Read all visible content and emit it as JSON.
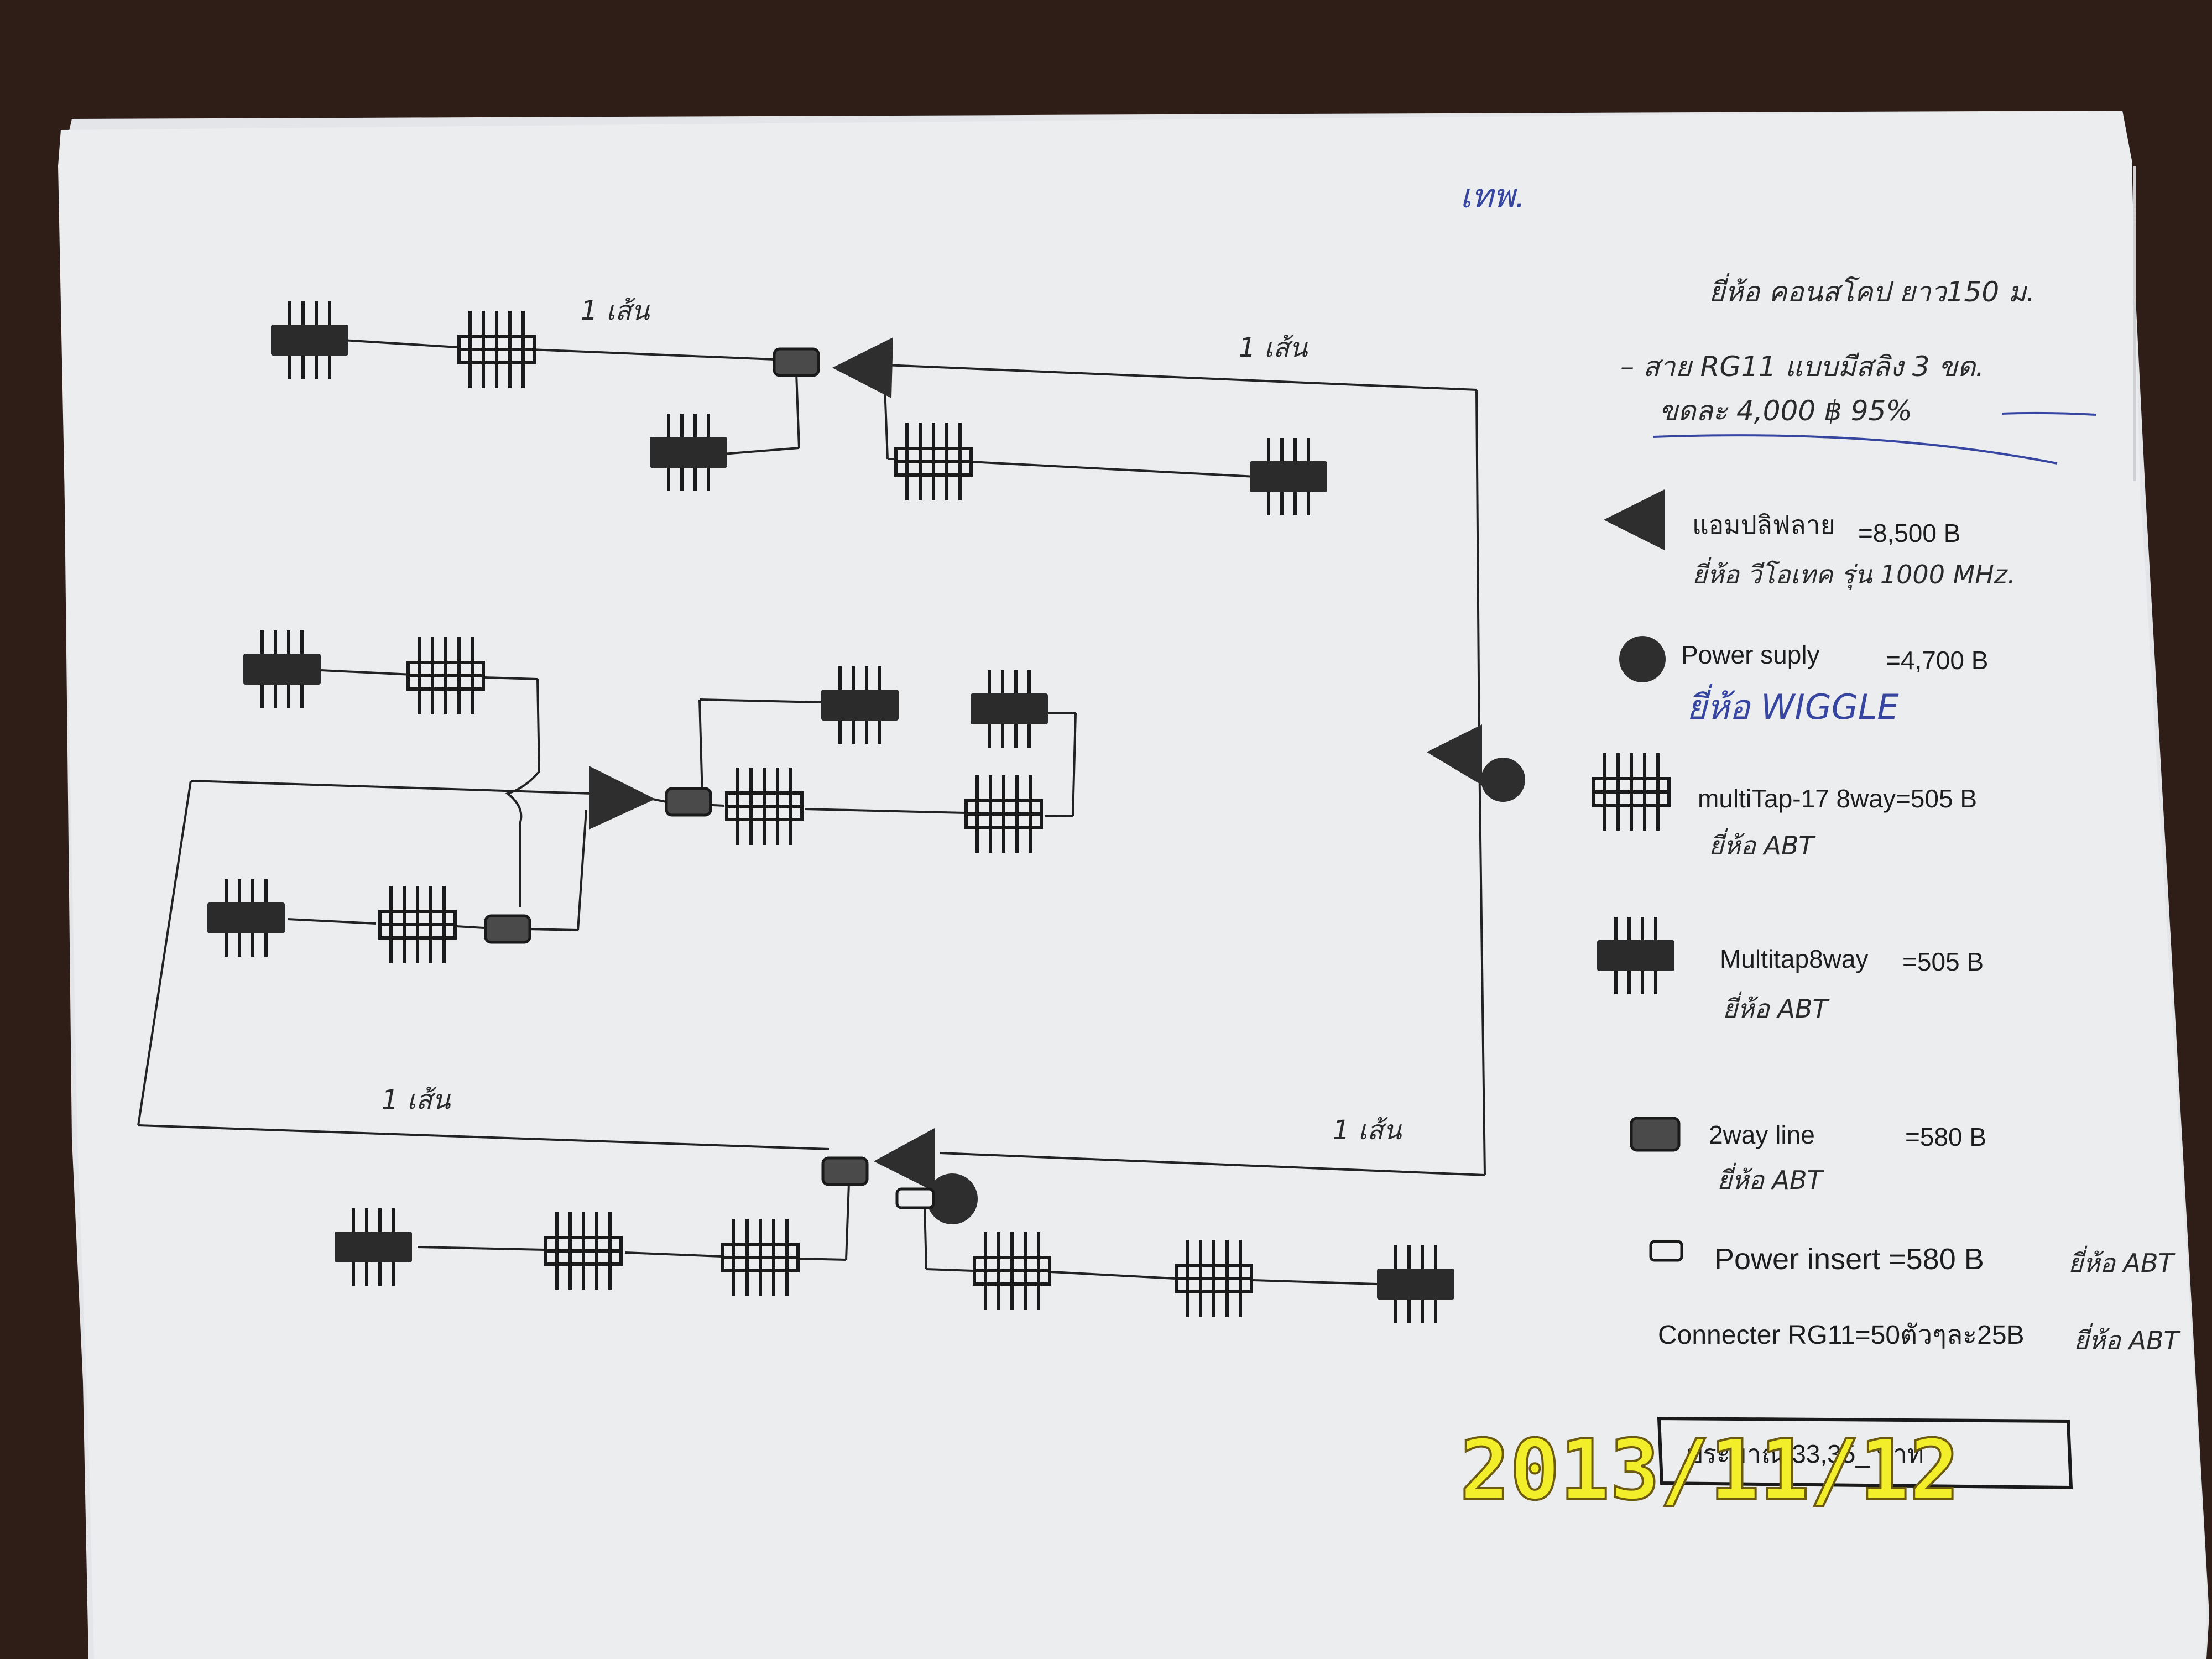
{
  "header_note": "เทพ.",
  "spec_note": {
    "line1": "ยี่ห้อ คอนสโคป  ยาว150 ม.",
    "line2": "– สาย RG11 แบบมีสลิง 3 ขด.",
    "line3": "ขดละ 4,000 ฿  95%"
  },
  "diagram": {
    "segment_labels": [
      "1 เส้น",
      "1 เส้น",
      "1 เส้น",
      "1 เส้น"
    ]
  },
  "legend": {
    "items": [
      {
        "icon": "amplifier-icon",
        "label": "แอมปลิฟลาย",
        "price": "=8,500 B",
        "note": "ยี่ห้อ วีโอเทค รุ่น 1000 MHz."
      },
      {
        "icon": "power-supply-icon",
        "label": "Power suply",
        "price": "=4,700 B",
        "note": "ยี่ห้อ WIGGLE"
      },
      {
        "icon": "multitap-17-icon",
        "label": "multiTap-17 8way=505 B",
        "price": "",
        "note": "ยี่ห้อ ABT"
      },
      {
        "icon": "multitap-8way-icon",
        "label": "Multitap8way",
        "price": "=505 B",
        "note": "ยี่ห้อ ABT"
      },
      {
        "icon": "two-way-line-icon",
        "label": "2way line",
        "price": "=580 B",
        "note": "ยี่ห้อ ABT"
      },
      {
        "icon": "power-insert-icon",
        "label": "Power insert =580 B",
        "price": "",
        "note": "ยี่ห้อ ABT"
      }
    ],
    "connector": {
      "label": "Connecter RG11=50ตัวๆละ25B",
      "note": "ยี่ห้อ ABT"
    }
  },
  "total_box": {
    "text": "ประมาณ 33,35_ บาท"
  },
  "date_stamp": "2013/11/12",
  "colors": {
    "paper": "#ecedef",
    "table": "#2e1e17",
    "stamp": "#f2ef2a",
    "ink_blue": "#3646a0"
  }
}
